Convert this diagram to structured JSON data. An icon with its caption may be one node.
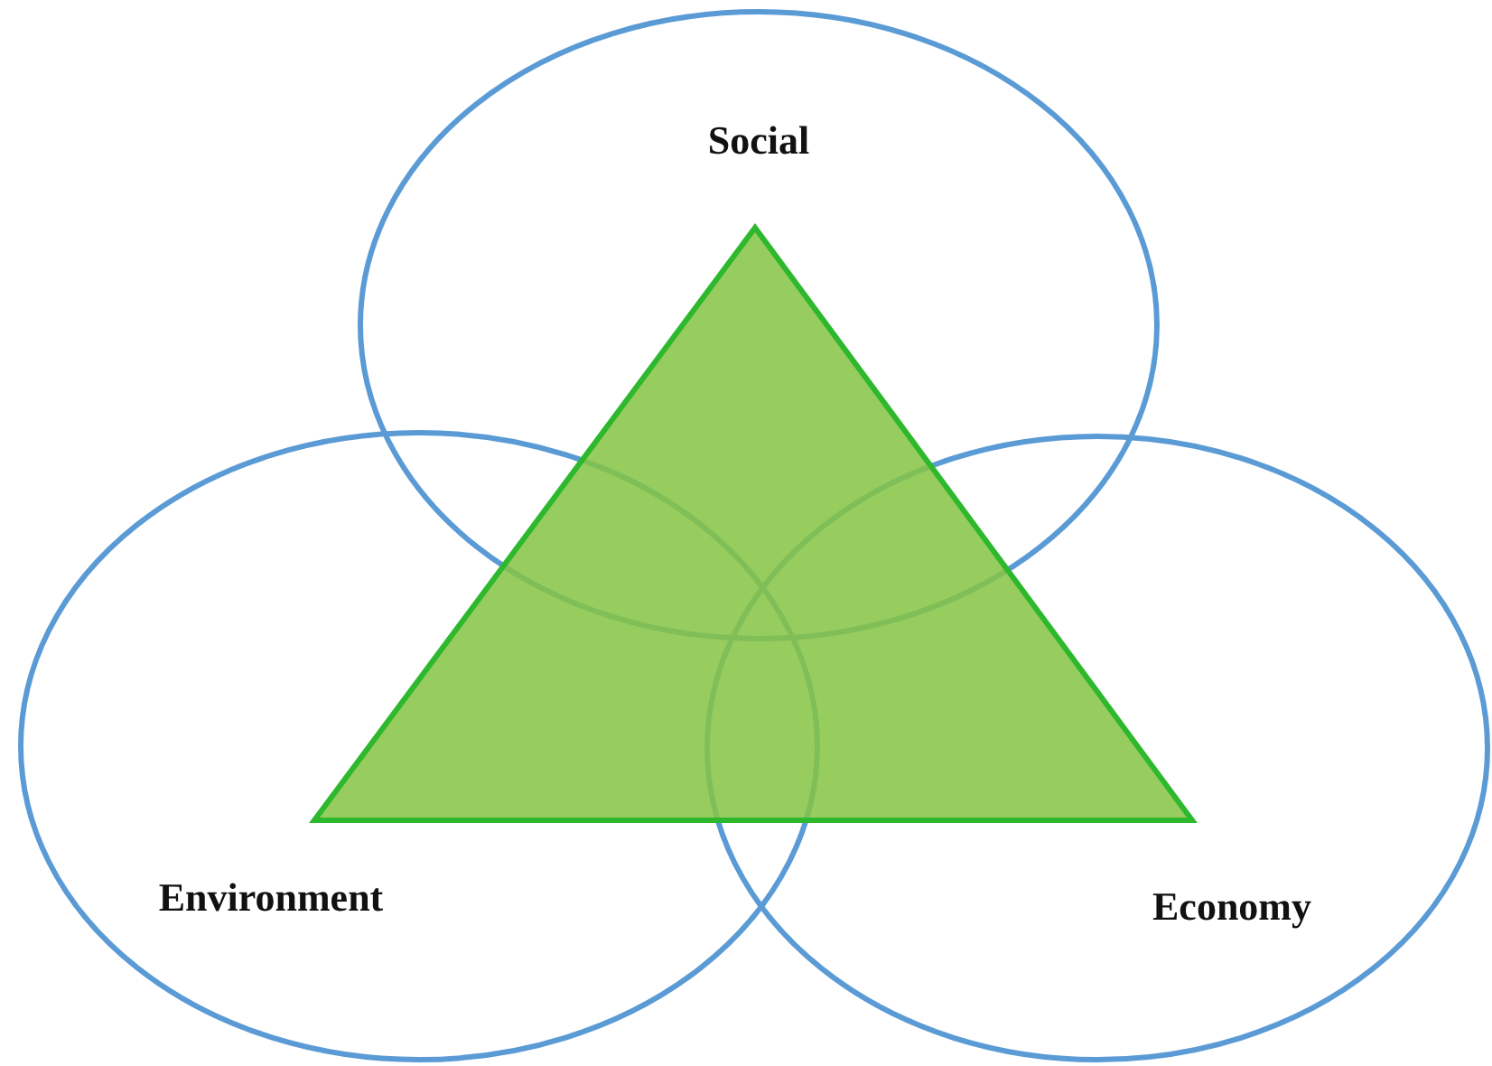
{
  "diagram": {
    "nodes": [
      {
        "text": [
          "Social"
        ]
      },
      {
        "text": [
          "Environment"
        ]
      },
      {
        "text": [
          "Economy"
        ]
      }
    ],
    "edges": []
  }
}
